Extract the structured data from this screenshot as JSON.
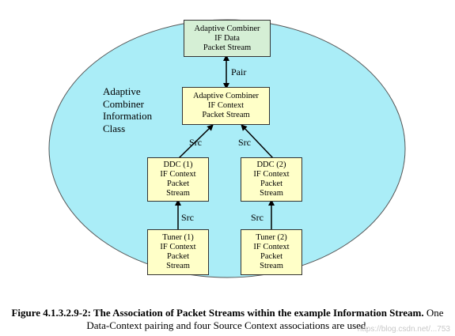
{
  "diagram": {
    "class_label_lines": [
      "Adaptive",
      "Combiner",
      "Information",
      "Class"
    ],
    "nodes": {
      "if_data": {
        "lines": [
          "Adaptive Combiner",
          "IF Data",
          "Packet Stream"
        ],
        "fill": "#d5efd5"
      },
      "if_context": {
        "lines": [
          "Adaptive Combiner",
          "IF Context",
          "Packet Stream"
        ],
        "fill": "#ffffc8"
      },
      "ddc1": {
        "lines": [
          "DDC (1)",
          "IF Context",
          "Packet",
          "Stream"
        ],
        "fill": "#ffffc8"
      },
      "ddc2": {
        "lines": [
          "DDC (2)",
          "IF Context",
          "Packet",
          "Stream"
        ],
        "fill": "#ffffc8"
      },
      "tuner1": {
        "lines": [
          "Tuner (1)",
          "IF Context",
          "Packet",
          "Stream"
        ],
        "fill": "#ffffc8"
      },
      "tuner2": {
        "lines": [
          "Tuner (2)",
          "IF Context",
          "Packet",
          "Stream"
        ],
        "fill": "#ffffc8"
      }
    },
    "edges": {
      "pair": "Pair",
      "src_ddc1": "Src",
      "src_ddc2": "Src",
      "src_tuner1": "Src",
      "src_tuner2": "Src"
    },
    "ellipse_fill": "#aaedf7"
  },
  "caption": {
    "bold_part": "Figure 4.1.3.2.9-2: The Association of Packet Streams within the example Information Stream.",
    "normal_part": " One Data-Context pairing and four Source Context associations are used."
  },
  "watermark": "https://blog.csdn.net/...753"
}
